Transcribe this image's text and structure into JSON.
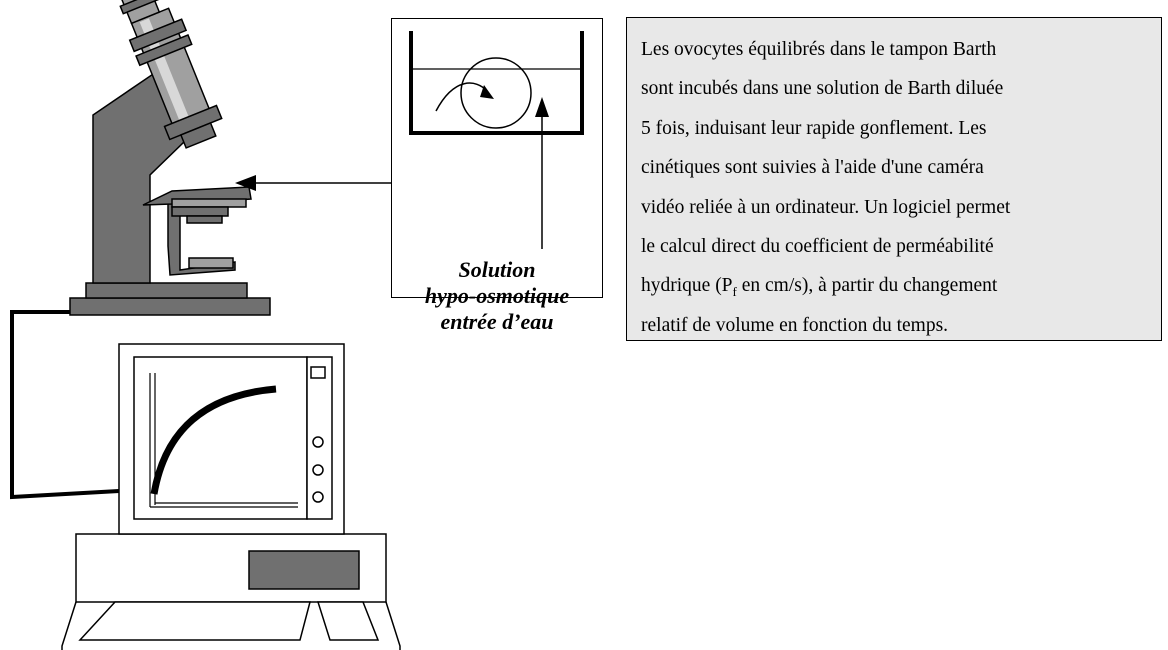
{
  "beaker_caption": {
    "line1": "Solution",
    "line2": "hypo-osmotique",
    "line3": "entrée d’eau"
  },
  "description": {
    "lines": [
      "Les ovocytes équilibrés dans le tampon Barth",
      "sont incubés dans une solution de Barth diluée",
      "5 fois, induisant leur rapide gonflement. Les",
      "cinétiques sont suivies à l'aide d'une caméra",
      "vidéo reliée à un ordinateur. Un logiciel permet",
      "le calcul direct du coefficient de perméabilité"
    ],
    "line7_before_sub": "hydrique (P",
    "line7_sub": "f",
    "line7_after_sub": " en cm/s), à partir du changement",
    "line8": "relatif de volume en fonction du temps."
  },
  "colors": {
    "microscope_body": "#707070",
    "microscope_light": "#a0a0a0",
    "microscope_dark": "#333333",
    "text_box_fill": "#e8e8e8",
    "outline": "#000000"
  }
}
